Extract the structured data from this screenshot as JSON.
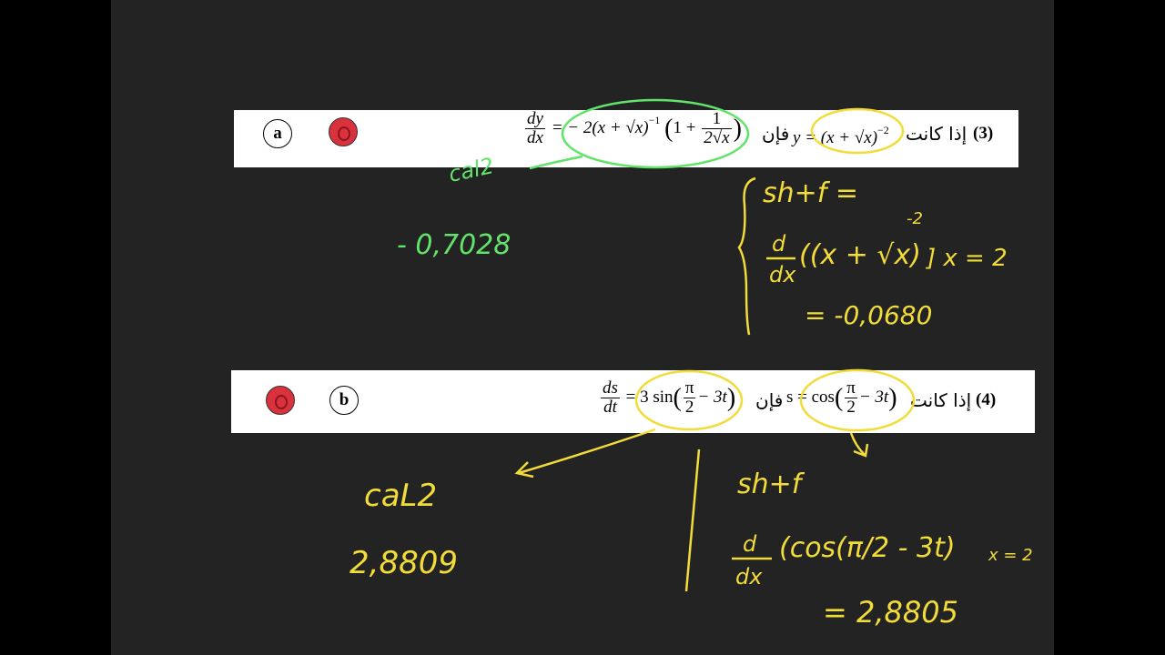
{
  "q3": {
    "number": "(3)",
    "given_text": "إذا كانت",
    "then_text": "فإن",
    "y_lhs": "y",
    "y_rhs": "= (x + √x)",
    "y_exp": "−2",
    "dy": "dy",
    "dx": "dx",
    "rhs_a": "= − 2(x + √x)",
    "rhs_exp": "−1",
    "rhs_b": "1 +",
    "frac_num": "1",
    "frac_den": "2√x",
    "option": "a",
    "option_alt": ""
  },
  "q4": {
    "number": "(4)",
    "given_text": "إذا كانت",
    "then_text": "فإن",
    "s_lhs": "s = cos",
    "pi": "π",
    "two": "2",
    "minus_3t": "− 3t",
    "ds": "ds",
    "dt": "dt",
    "rhs_a": "= 3 sin",
    "option": "b"
  },
  "handwriting": {
    "q3_calc_label": "cal2",
    "q3_calc_value": "- 0,7028",
    "q3_check_line1": "sh+f =",
    "q3_check_d": "d",
    "q3_check_dx": "dx",
    "q3_check_expr": "((x + √x)",
    "q3_check_exp": "-2",
    "q3_check_at": "] x = 2",
    "q3_check_result": "= -0,0680",
    "q4_calc_label": "caL2",
    "q4_calc_value": "2,8809",
    "q4_check_line1": "sh+f",
    "q4_check_d": "d",
    "q4_check_dx": "dx",
    "q4_check_expr": "(cos(π/2 - 3t)",
    "q4_check_at": "x = 2",
    "q4_check_result": "= 2,8805"
  },
  "colors": {
    "board": "#232323",
    "highlight_yellow": "#f2dc3a",
    "highlight_green": "#62e36a",
    "dot_red": "#d9323d"
  }
}
